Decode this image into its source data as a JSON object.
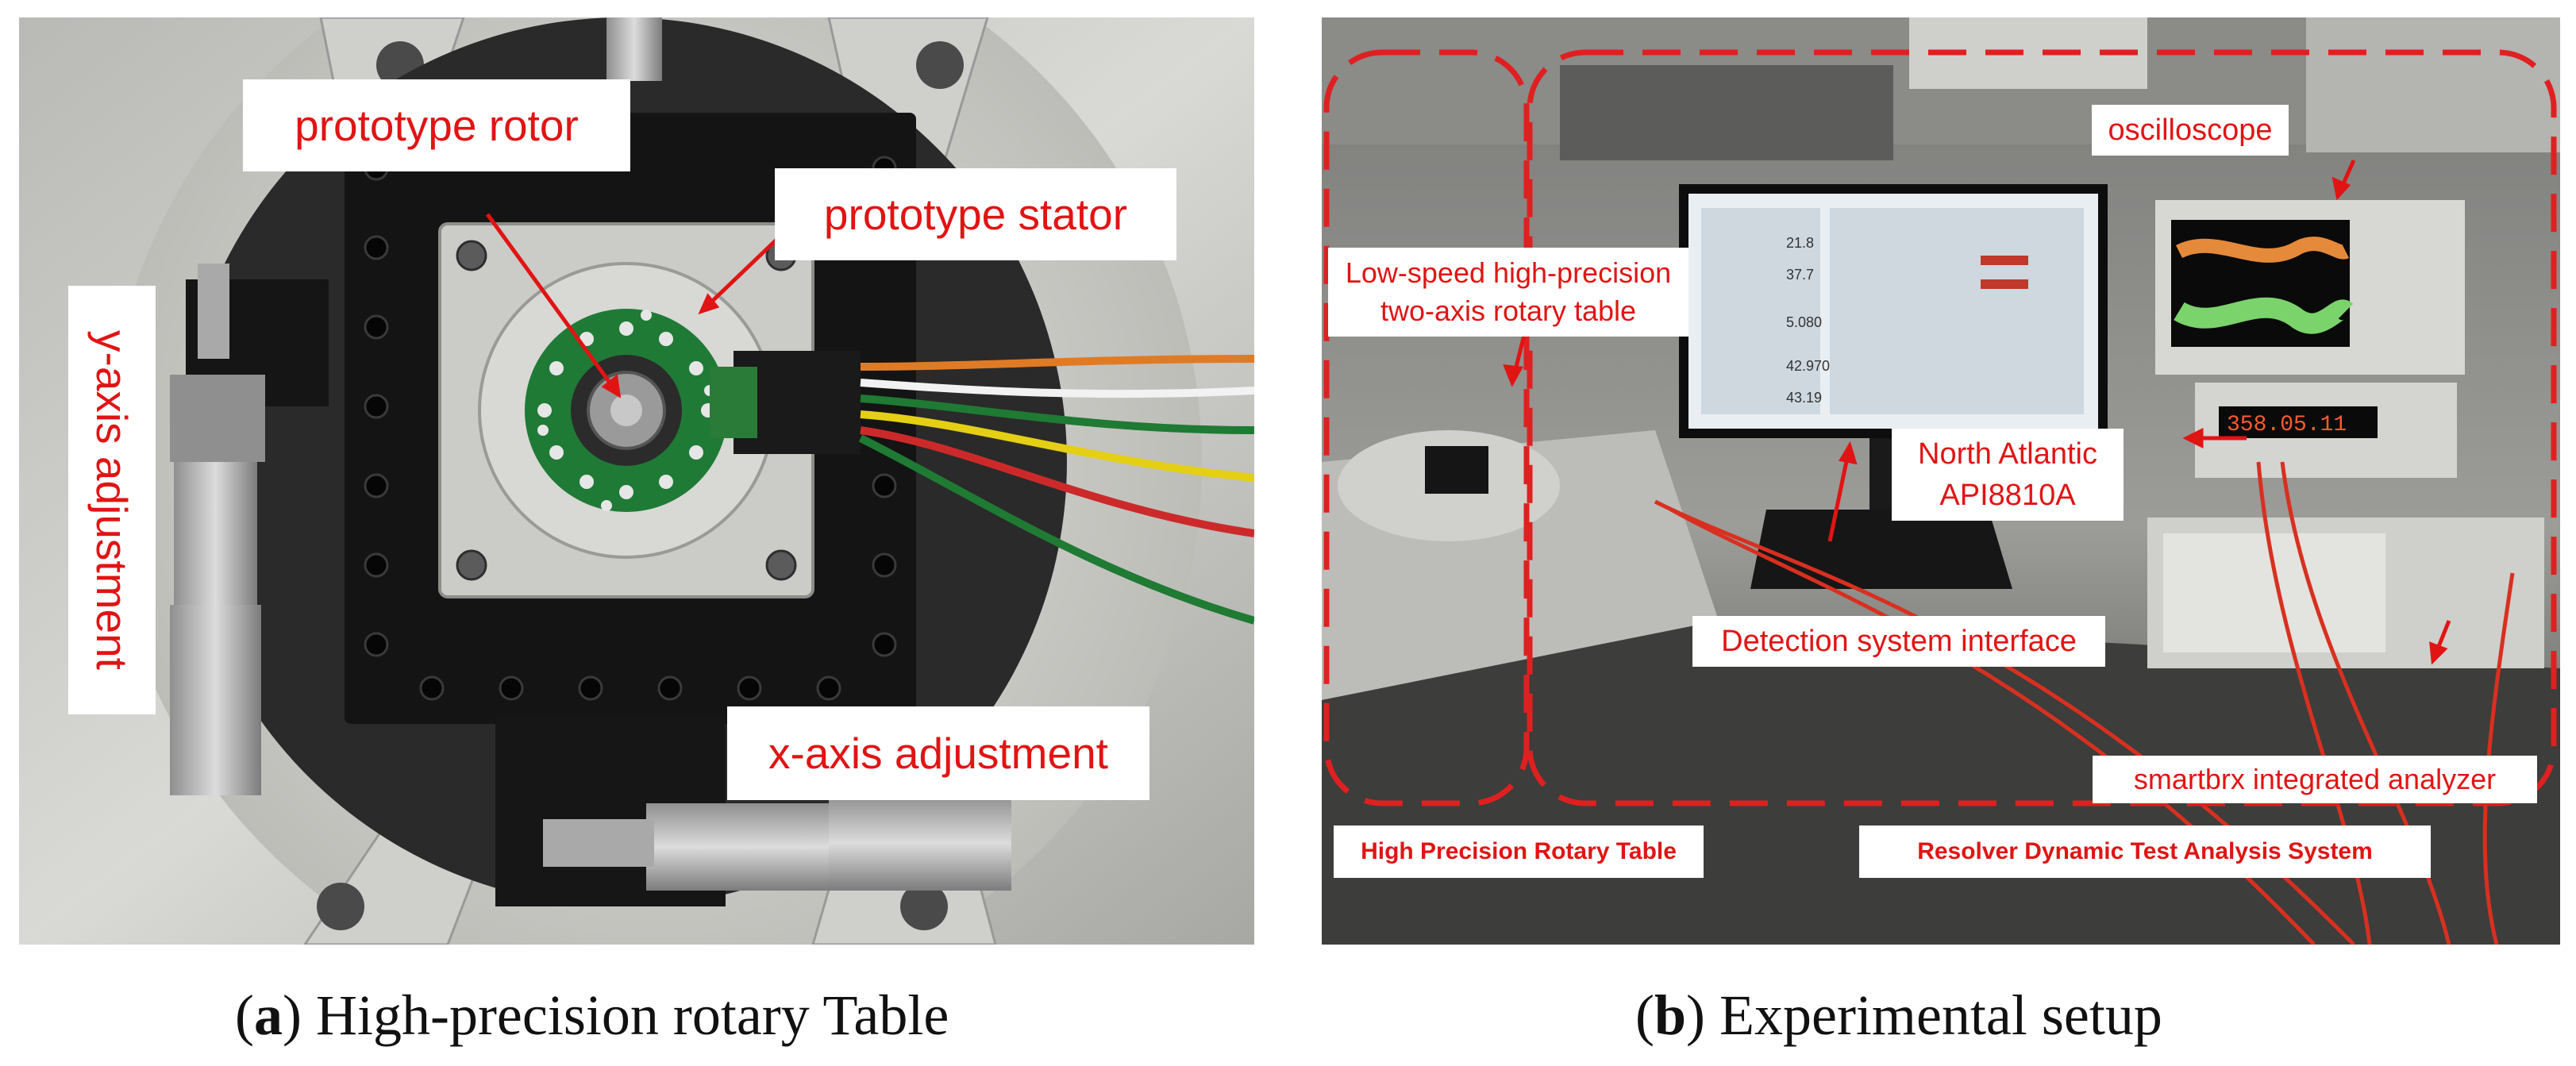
{
  "figure": {
    "panel_a": {
      "labels": {
        "prototype_rotor": "prototype rotor",
        "prototype_stator": "prototype stator",
        "y_axis_adjustment": "y-axis adjustment",
        "x_axis_adjustment": "x-axis adjustment"
      },
      "caption": {
        "letter": "a",
        "text": "High-precision rotary Table"
      }
    },
    "panel_b": {
      "labels": {
        "oscilloscope": "oscilloscope",
        "rotary_table_line1": "Low-speed high-precision",
        "rotary_table_line2": "two-axis rotary table",
        "north_atlantic_line1": "North Atlantic",
        "north_atlantic_line2": "API8810A",
        "detection_interface": "Detection system interface",
        "analyzer": "smartbrx integrated analyzer",
        "high_precision_rotary_table": "High Precision Rotary Table",
        "resolver_system": "Resolver Dynamic Test Analysis System"
      },
      "screen_readouts": {
        "readout_1": "21.8",
        "readout_2": "37.7",
        "readout_3": "5.080",
        "readout_4": "42.970",
        "readout_5": "43.19",
        "instrument_display": "358.05.11"
      },
      "caption": {
        "letter": "b",
        "text": "Experimental setup"
      }
    },
    "colors": {
      "annotation_red": "#e11414",
      "dashed_border": "#e02020"
    }
  }
}
